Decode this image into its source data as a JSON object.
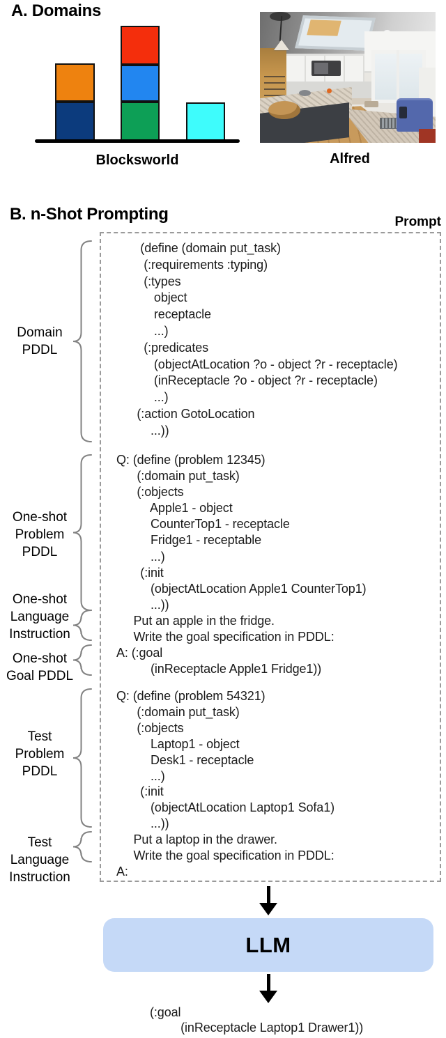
{
  "section_a": {
    "heading": "A. Domains",
    "blocksworld": {
      "label": "Blocksworld",
      "stacks": [
        {
          "blocks": [
            "#0c3b7d",
            "#ee820f"
          ]
        },
        {
          "blocks": [
            "#0d9f56",
            "#2286f0",
            "#f42e0c"
          ]
        },
        {
          "blocks": [
            "#3efcfc"
          ]
        }
      ]
    },
    "alfred": {
      "label": "Alfred"
    }
  },
  "section_b": {
    "heading": "B. n-Shot Prompting",
    "prompt_label": "Prompt",
    "annotations": [
      {
        "label": "Domain\nPDDL"
      },
      {
        "label": "One-shot\nProblem\nPDDL"
      },
      {
        "label": "One-shot\nLanguage\nInstruction"
      },
      {
        "label": "One-shot\nGoal PDDL"
      },
      {
        "label": "Test\nProblem\nPDDL"
      },
      {
        "label": "Test\nLanguage\nInstruction"
      }
    ],
    "prompt_blocks": {
      "domain_pddl": "       (define (domain put_task)\n        (:requirements :typing)\n        (:types\n           object\n           receptacle\n           ...)\n        (:predicates\n           (objectAtLocation ?o - object ?r - receptacle)\n           (inReceptacle ?o - object ?r - receptacle)\n           ...)\n      (:action GotoLocation\n          ...))",
      "one_shot": "Q: (define (problem 12345)\n      (:domain put_task)\n      (:objects\n          Apple1 - object\n          CounterTop1 - receptacle\n          Fridge1 - receptable\n          ...)\n       (:init\n          (objectAtLocation Apple1 CounterTop1)\n          ...))\n     Put an apple in the fridge.\n     Write the goal specification in PDDL:\nA: (:goal\n          (inReceptacle Apple1 Fridge1))",
      "test": "Q: (define (problem 54321)\n      (:domain put_task)\n      (:objects\n          Laptop1 - object\n          Desk1 - receptacle\n          ...)\n       (:init\n          (objectAtLocation Laptop1 Sofa1)\n          ...))\n     Put a laptop in the drawer.\n     Write the goal specification in PDDL:\nA:"
    },
    "llm": {
      "label": "LLM",
      "fill": "#c5d9f7"
    },
    "output": {
      "text": "(:goal\n         (inReceptacle Laptop1 Drawer1))"
    }
  }
}
